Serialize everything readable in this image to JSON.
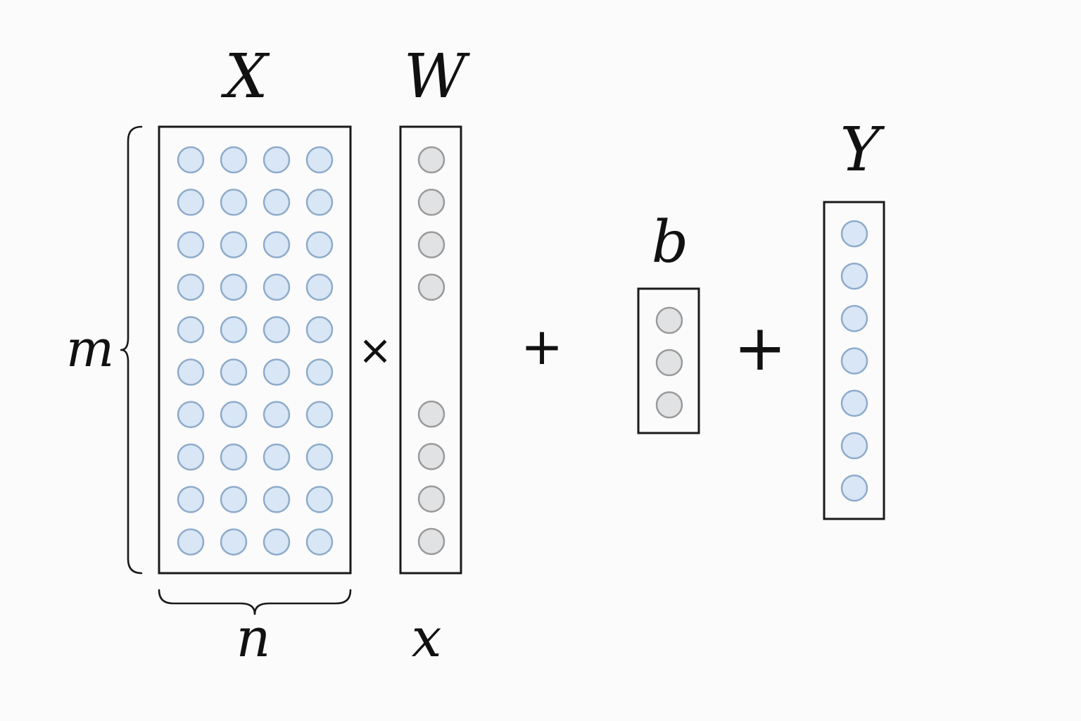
{
  "labels": {
    "X": "X",
    "W": "W",
    "Y": "Y",
    "b": "b",
    "m": "m",
    "n": "n",
    "x": "x",
    "times": "×",
    "plus_1": "+",
    "plus_2": "+"
  },
  "matrices": {
    "X": {
      "rows": 10,
      "cols": 4,
      "node_style": "blue"
    },
    "W": {
      "top_nodes": 4,
      "bottom_nodes": 4,
      "node_style": "gray",
      "gap_between_groups": true
    },
    "b": {
      "nodes": 3,
      "node_style": "gray"
    },
    "Y": {
      "nodes": 7,
      "node_style": "blue"
    }
  },
  "colors": {
    "background": "#fbfbfb",
    "outline": "#1a1a1a",
    "blue_fill": "#d9e6f5",
    "blue_stroke": "#8eabcb",
    "gray_fill": "#e1e2e3",
    "gray_stroke": "#9a9a9a"
  }
}
